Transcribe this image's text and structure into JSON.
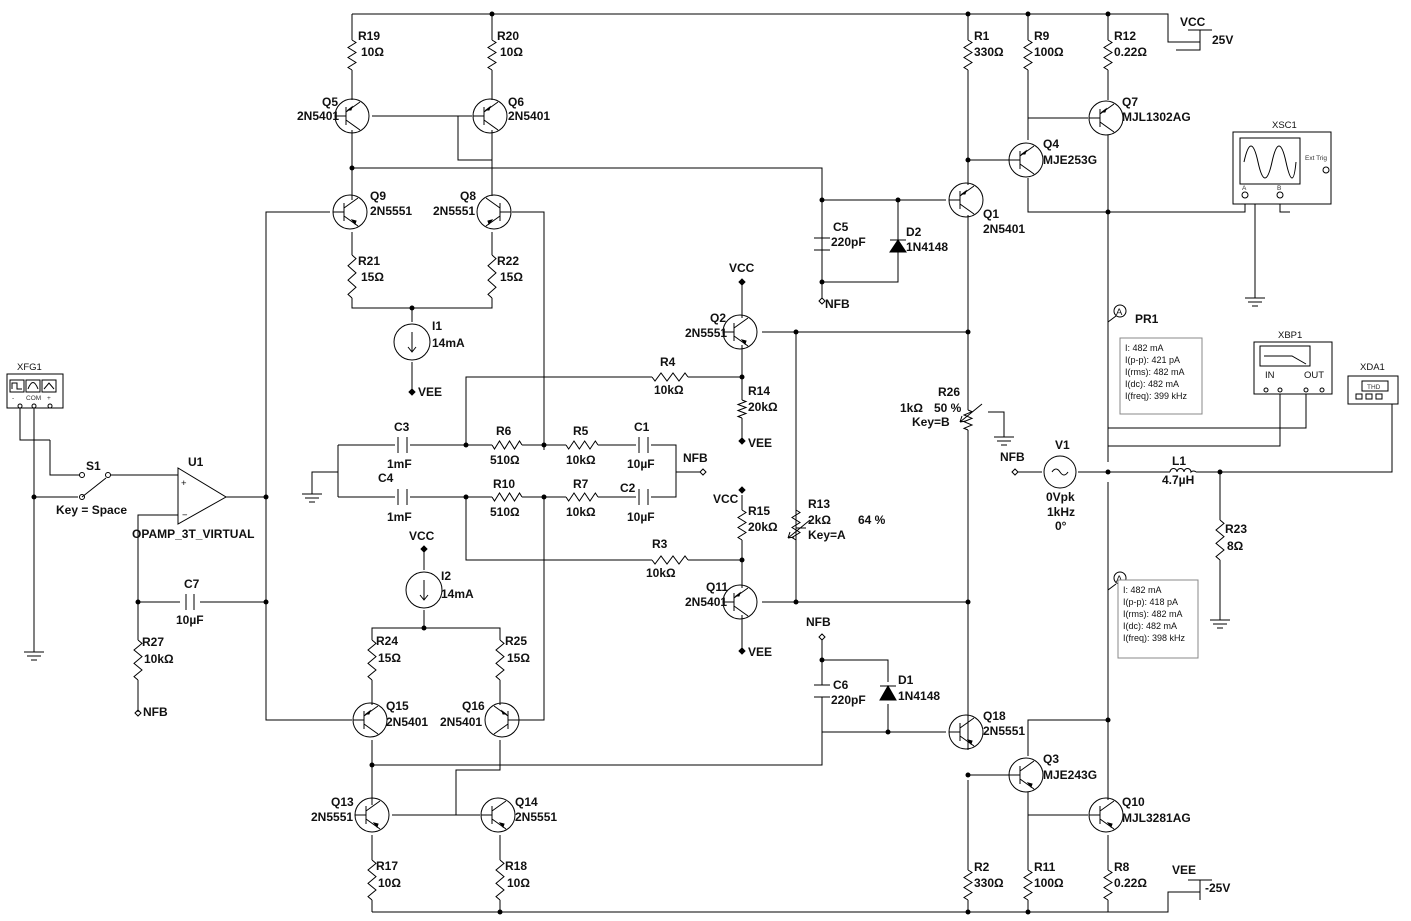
{
  "schematic": {
    "generators": {
      "xfg1": {
        "ref": "XFG1",
        "terminals": [
          "-",
          "COM",
          "+"
        ]
      },
      "v1": {
        "ref": "V1",
        "amp": "0Vpk",
        "freq": "1kHz",
        "phase": "0°"
      }
    },
    "supplies": {
      "vcc": {
        "net": "VCC",
        "value": "25V"
      },
      "vee": {
        "net": "VEE",
        "value": "-25V"
      }
    },
    "switch": {
      "ref": "S1",
      "key": "Key = Space"
    },
    "opamp": {
      "ref": "U1",
      "model": "OPAMP_3T_VIRTUAL"
    },
    "transistors": [
      {
        "id": "q5",
        "ref": "Q5",
        "model": "2N5401"
      },
      {
        "id": "q6",
        "ref": "Q6",
        "model": "2N5401"
      },
      {
        "id": "q9",
        "ref": "Q9",
        "model": "2N5551"
      },
      {
        "id": "q8",
        "ref": "Q8",
        "model": "2N5551"
      },
      {
        "id": "q2",
        "ref": "Q2",
        "model": "2N5551"
      },
      {
        "id": "q11",
        "ref": "Q11",
        "model": "2N5401"
      },
      {
        "id": "q15",
        "ref": "Q15",
        "model": "2N5401"
      },
      {
        "id": "q16",
        "ref": "Q16",
        "model": "2N5401"
      },
      {
        "id": "q13",
        "ref": "Q13",
        "model": "2N5551"
      },
      {
        "id": "q14",
        "ref": "Q14",
        "model": "2N5551"
      },
      {
        "id": "q1",
        "ref": "Q1",
        "model": "2N5401"
      },
      {
        "id": "q4",
        "ref": "Q4",
        "model": "MJE253G"
      },
      {
        "id": "q7",
        "ref": "Q7",
        "model": "MJL1302AG"
      },
      {
        "id": "q18",
        "ref": "Q18",
        "model": "2N5551"
      },
      {
        "id": "q3",
        "ref": "Q3",
        "model": "MJE243G"
      },
      {
        "id": "q10",
        "ref": "Q10",
        "model": "MJL3281AG"
      }
    ],
    "resistors": [
      {
        "id": "r19",
        "ref": "R19",
        "value": "10Ω"
      },
      {
        "id": "r20",
        "ref": "R20",
        "value": "10Ω"
      },
      {
        "id": "r21",
        "ref": "R21",
        "value": "15Ω"
      },
      {
        "id": "r22",
        "ref": "R22",
        "value": "15Ω"
      },
      {
        "id": "r4",
        "ref": "R4",
        "value": "10kΩ"
      },
      {
        "id": "r14",
        "ref": "R14",
        "value": "20kΩ"
      },
      {
        "id": "r6",
        "ref": "R6",
        "value": "510Ω"
      },
      {
        "id": "r5",
        "ref": "R5",
        "value": "10kΩ"
      },
      {
        "id": "r10",
        "ref": "R10",
        "value": "510Ω"
      },
      {
        "id": "r7",
        "ref": "R7",
        "value": "10kΩ"
      },
      {
        "id": "r15",
        "ref": "R15",
        "value": "20kΩ"
      },
      {
        "id": "r3",
        "ref": "R3",
        "value": "10kΩ"
      },
      {
        "id": "r24",
        "ref": "R24",
        "value": "15Ω"
      },
      {
        "id": "r25",
        "ref": "R25",
        "value": "15Ω"
      },
      {
        "id": "r17",
        "ref": "R17",
        "value": "10Ω"
      },
      {
        "id": "r18",
        "ref": "R18",
        "value": "10Ω"
      },
      {
        "id": "r27",
        "ref": "R27",
        "value": "10kΩ"
      },
      {
        "id": "r1",
        "ref": "R1",
        "value": "330Ω"
      },
      {
        "id": "r9",
        "ref": "R9",
        "value": "100Ω"
      },
      {
        "id": "r12",
        "ref": "R12",
        "value": "0.22Ω"
      },
      {
        "id": "r2",
        "ref": "R2",
        "value": "330Ω"
      },
      {
        "id": "r11",
        "ref": "R11",
        "value": "100Ω"
      },
      {
        "id": "r8",
        "ref": "R8",
        "value": "0.22Ω"
      },
      {
        "id": "r23",
        "ref": "R23",
        "value": "8Ω"
      }
    ],
    "pots": {
      "r13": {
        "ref": "R13",
        "value": "2kΩ",
        "percent": "64 %",
        "key": "Key=A"
      },
      "r26": {
        "ref": "R26",
        "value": "1kΩ",
        "percent": "50 %",
        "key": "Key=B"
      }
    },
    "capacitors": [
      {
        "id": "c3",
        "ref": "C3",
        "value": "1mF"
      },
      {
        "id": "c4",
        "ref": "C4",
        "value": "1mF"
      },
      {
        "id": "c1",
        "ref": "C1",
        "value": "10µF"
      },
      {
        "id": "c2",
        "ref": "C2",
        "value": "10µF"
      },
      {
        "id": "c7",
        "ref": "C7",
        "value": "10µF"
      },
      {
        "id": "c5",
        "ref": "C5",
        "value": "220pF"
      },
      {
        "id": "c6",
        "ref": "C6",
        "value": "220pF"
      }
    ],
    "diodes": [
      {
        "id": "d2",
        "ref": "D2",
        "model": "1N4148"
      },
      {
        "id": "d1",
        "ref": "D1",
        "model": "1N4148"
      }
    ],
    "current_sources": [
      {
        "id": "i1",
        "ref": "I1",
        "value": "14mA"
      },
      {
        "id": "i2",
        "ref": "I2",
        "value": "14mA"
      }
    ],
    "inductor": {
      "ref": "L1",
      "value": "4.7µH"
    },
    "net_labels": {
      "vcc": "VCC",
      "vee": "VEE",
      "nfb": "NFB"
    },
    "probes": [
      {
        "ref": "PR1",
        "readings": [
          "I: 482 mA",
          "I(p-p): 421 pA",
          "I(rms): 482 mA",
          "I(dc): 482 mA",
          "I(freq): 399 kHz"
        ]
      },
      {
        "ref": "",
        "readings": [
          "I: 482 mA",
          "I(p-p): 418 pA",
          "I(rms): 482 mA",
          "I(dc): 482 mA",
          "I(freq): 398 kHz"
        ]
      }
    ],
    "instruments": {
      "xsc1": {
        "ref": "XSC1",
        "ch_a": "A",
        "ch_b": "B",
        "ext": "Ext Trig"
      },
      "xbp1": {
        "ref": "XBP1",
        "in": "IN",
        "out": "OUT"
      },
      "xda1": {
        "ref": "XDA1",
        "display": "THD"
      }
    }
  },
  "colors": {
    "wire": "#000000",
    "text": "#111111",
    "instrument_text": "#555555",
    "background": "#ffffff"
  }
}
